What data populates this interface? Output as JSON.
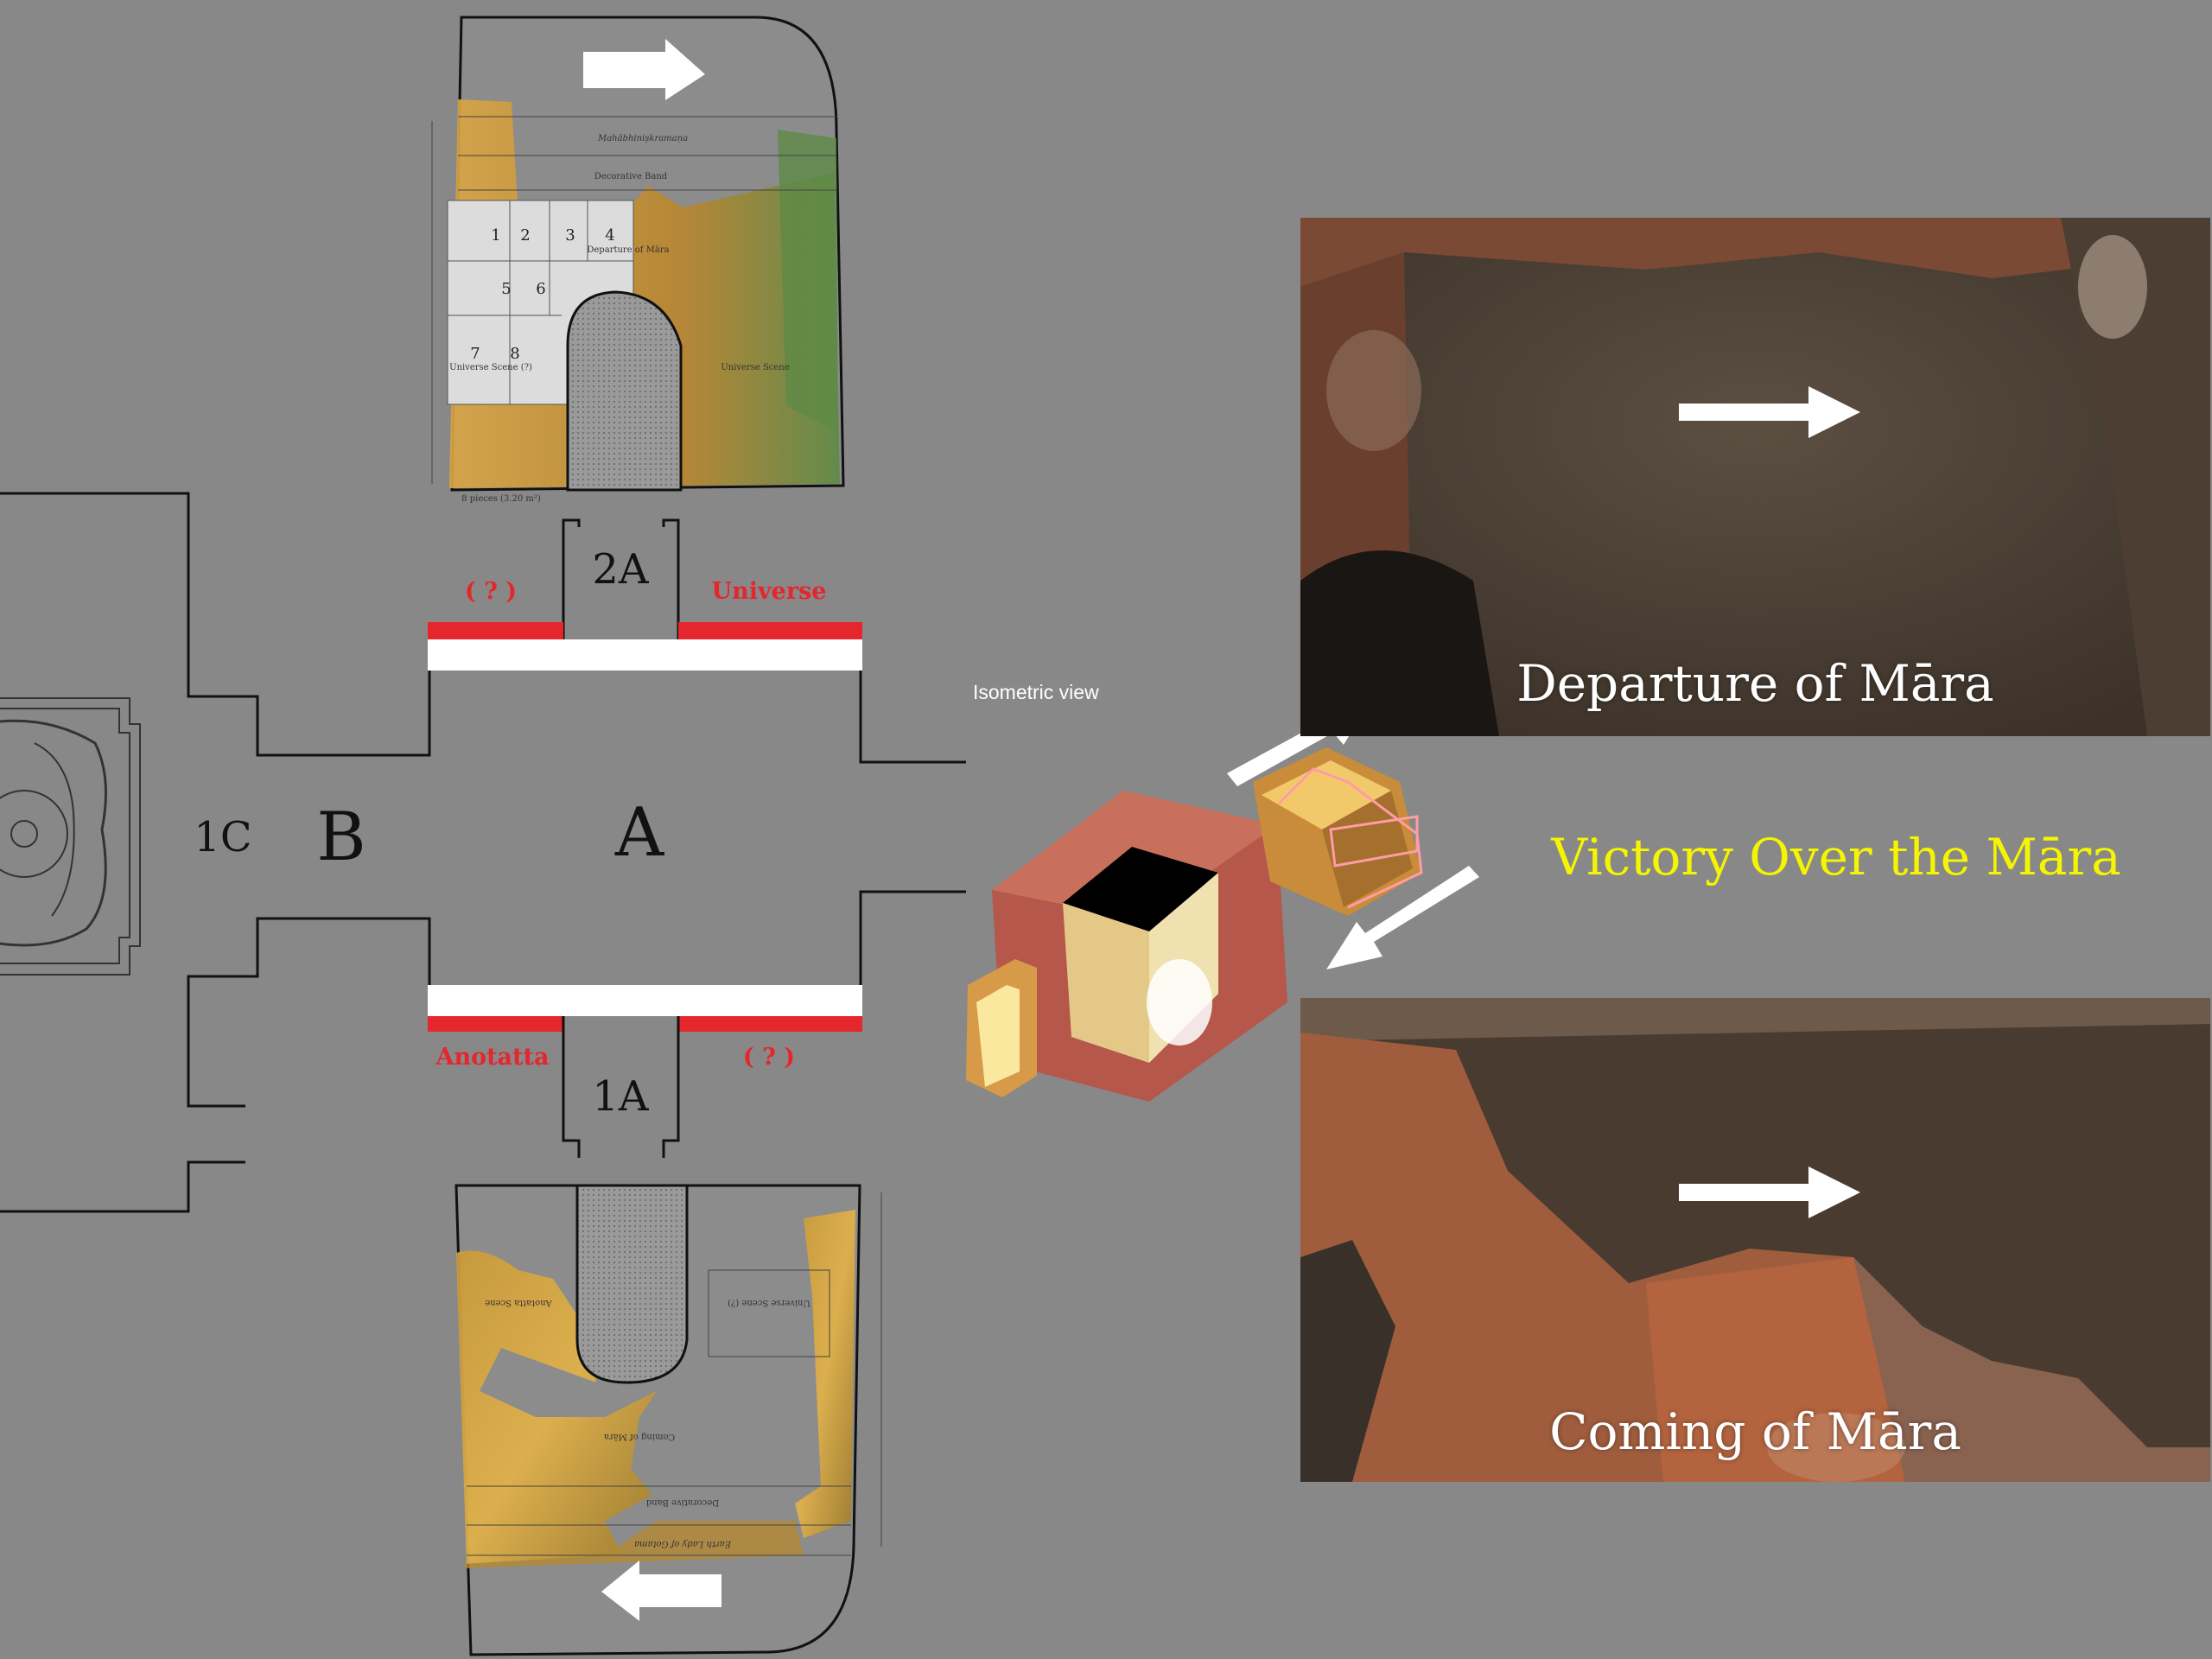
{
  "plan": {
    "rooms": {
      "a": "A",
      "b": "B",
      "c1": "1C",
      "r2a": "2A",
      "r1a": "1A"
    },
    "wall_labels": {
      "top_left": "( ? )",
      "top_right": "Universe",
      "bottom_left": "Anotatta",
      "bottom_right": "( ? )"
    },
    "top_panel": {
      "band1": "Mahābhiniṣkramaṇa",
      "band2": "Decorative Band",
      "grid": [
        "1",
        "2",
        "3",
        "4",
        "5",
        "6",
        "7",
        "8"
      ],
      "scene_departure": "Departure of Māra",
      "scene_universe_left": "Universe Scene (?)",
      "scene_universe_right": "Universe Scene",
      "measure": "8 pieces (3.20 m²)"
    },
    "bottom_panel": {
      "scene_left": "Anotatta Scene",
      "scene_right": "Universe Scene (?)",
      "scene_coming": "Coming of Māra",
      "band": "Decorative Band",
      "band2": "Earth Lady of Gotama"
    }
  },
  "isometric": {
    "label": "Isometric view"
  },
  "center_title": {
    "text": "Victory Over the Māra",
    "color": "#f5f500"
  },
  "photos": {
    "top_caption": "Departure of Māra",
    "bottom_caption": "Coming of Māra"
  },
  "colors": {
    "background": "#888888",
    "accent_red": "#e5262c",
    "outline": "#111111",
    "title_yellow": "#f5f500"
  }
}
